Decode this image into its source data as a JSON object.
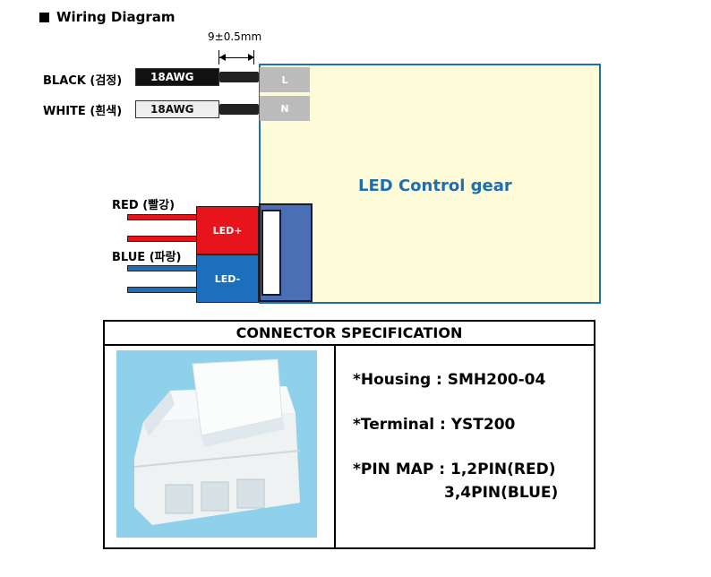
{
  "heading": "Wiring Diagram",
  "dimension": "9±0.5mm",
  "inputs": [
    {
      "label": "BLACK (검정)",
      "gauge": "18AWG"
    },
    {
      "label": "WHITE (흰색)",
      "gauge": "18AWG"
    }
  ],
  "terminals": {
    "l": "L",
    "n": "N"
  },
  "gear_title": "LED Control gear",
  "outputs": {
    "red_label": "RED  (빨강)",
    "blue_label": "BLUE (파랑)",
    "led_plus": "LED+",
    "led_minus": "LED-"
  },
  "colors": {
    "red": "#e8141b",
    "blue": "#1b6fbd",
    "gear_border": "#1f6db5",
    "gear_fill": "#fdfbd8"
  },
  "spec": {
    "title": "CONNECTOR SPECIFICATION",
    "housing": "*Housing : SMH200-04",
    "terminal": "*Terminal : YST200",
    "pinmap_line1": "*PIN MAP : 1,2PIN(RED)",
    "pinmap_line2": "3,4PIN(BLUE)"
  }
}
